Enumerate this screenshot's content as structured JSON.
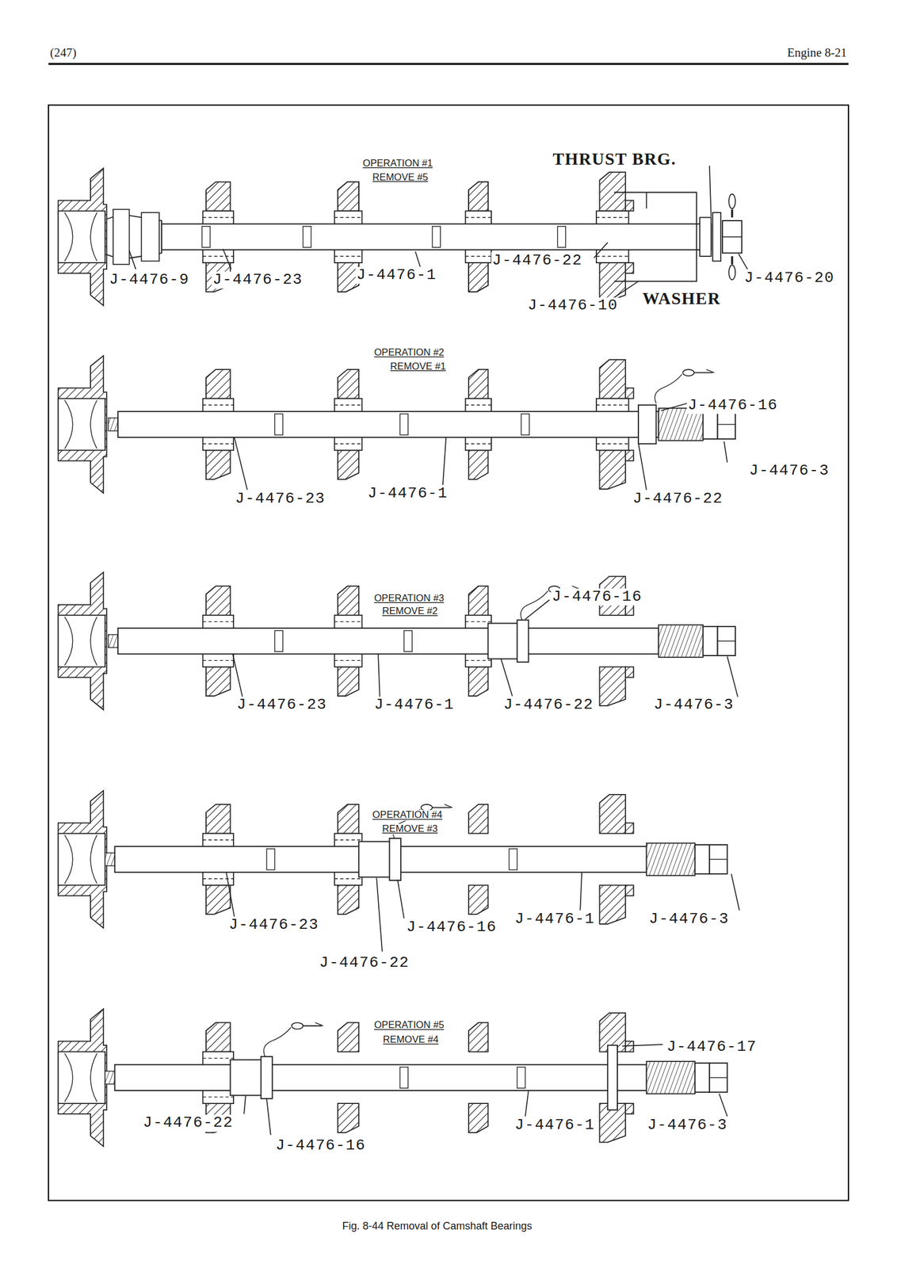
{
  "diagram": {
    "caption": "Fig. 8-44 Removal of Camshaft Bearings",
    "labels": [
      "(247)",
      "Engine 8-21",
      "OPERATION #1",
      "REMOVE #5",
      "THRUST BRG.",
      "J-4476-9",
      "J-4476-23",
      "J-4476-1",
      "J-4476-22",
      "J-4476-20",
      "J-4476-10",
      "WASHER",
      "OPERATION #2",
      "REMOVE #1",
      "J-4476-16",
      "J-4476-3",
      "J-4476-23",
      "J-4476-1",
      "J-4476-22",
      "OPERATION #3",
      "REMOVE #2",
      "J-4476-16",
      "J-4476-23",
      "J-4476-1",
      "J-4476-22",
      "J-4476-3",
      "OPERATION #4",
      "REMOVE #3",
      "J-4476-23",
      "J-4476-16",
      "J-4476-1",
      "J-4476-3",
      "J-4476-22",
      "OPERATION #5",
      "REMOVE #4",
      "J-4476-17",
      "J-4476-22",
      "J-4476-16",
      "J-4476-1",
      "J-4476-3"
    ]
  }
}
